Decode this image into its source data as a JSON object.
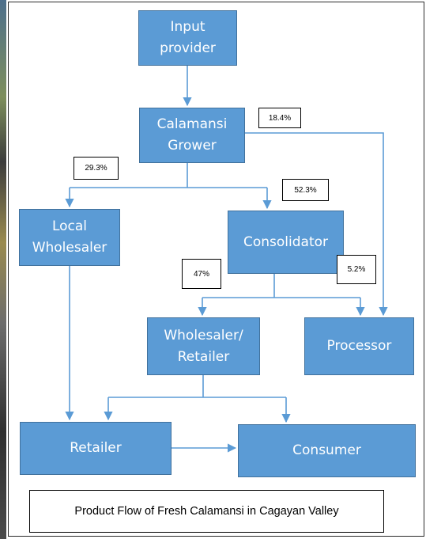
{
  "nodes": {
    "input_provider": "Input\nprovider",
    "calamansi_grower": "Calamansi\nGrower",
    "local_wholesaler": "Local\nWholesaler",
    "consolidator": "Consolidator",
    "wholesaler_retailer": "Wholesaler/\nRetailer",
    "processor": "Processor",
    "retailer": "Retailer",
    "consumer": "Consumer"
  },
  "percentages": {
    "grower_to_processor": "18.4%",
    "grower_to_local_wholesaler": "29.3%",
    "grower_to_consolidator": "52.3%",
    "consolidator_to_wholesaler_retailer": "47%",
    "consolidator_to_processor": "5.2%"
  },
  "caption": "Product Flow of Fresh Calamansi in Cagayan Valley",
  "colors": {
    "box_fill": "#5b9bd5",
    "box_border": "#41719c",
    "arrow": "#5b9bd5"
  }
}
